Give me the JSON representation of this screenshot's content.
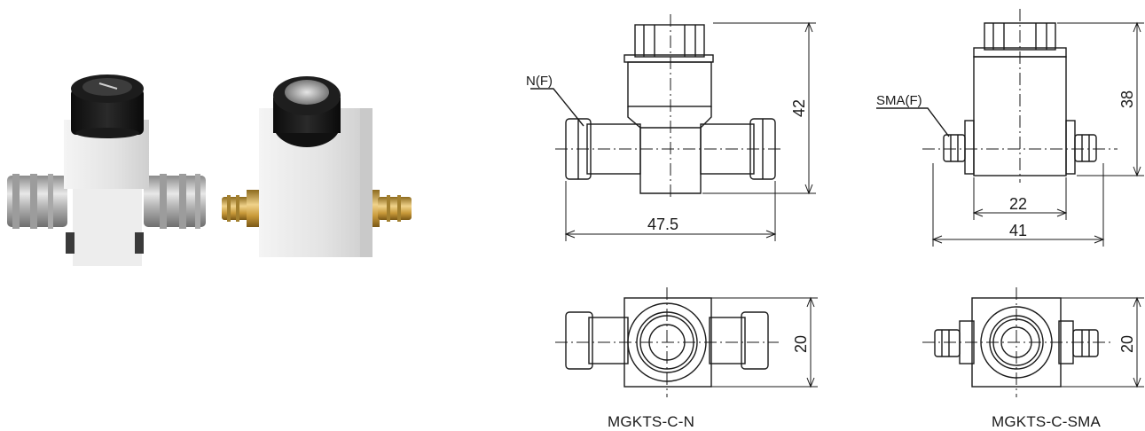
{
  "products": [
    {
      "model": "MGKTS-C-N",
      "connector": "N(F)",
      "dim_width": "47.5",
      "dim_height": "42",
      "dim_depth": "20"
    },
    {
      "model": "MGKTS-C-SMA",
      "connector": "SMA(F)",
      "dim_body_width": "22",
      "dim_width": "41",
      "dim_height": "38",
      "dim_depth": "20"
    }
  ],
  "colors": {
    "line": "#1a1a1a",
    "knob": "#141414",
    "body_metal": "#e9e9e9",
    "nickel": "#b9b9b9",
    "gold": "#c9a04a"
  }
}
